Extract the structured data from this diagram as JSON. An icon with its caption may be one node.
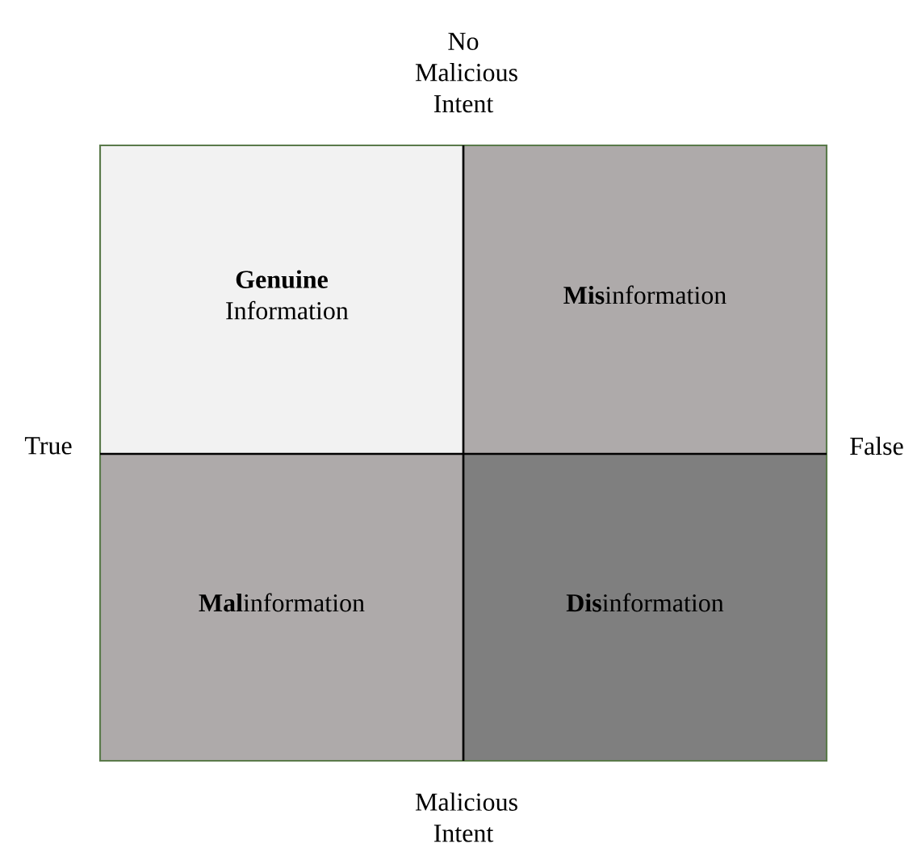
{
  "diagram": {
    "nodes": [
      {
        "text": [
          "**Genuine** Information"
        ]
      },
      {
        "text": [
          "**Mis**information"
        ]
      },
      {
        "text": [
          "**Mal**information"
        ]
      },
      {
        "text": [
          "**Dis**information"
        ]
      }
    ],
    "labels": [
      "No Malicious Intent",
      "True",
      "False",
      "Malicious Intent"
    ]
  }
}
